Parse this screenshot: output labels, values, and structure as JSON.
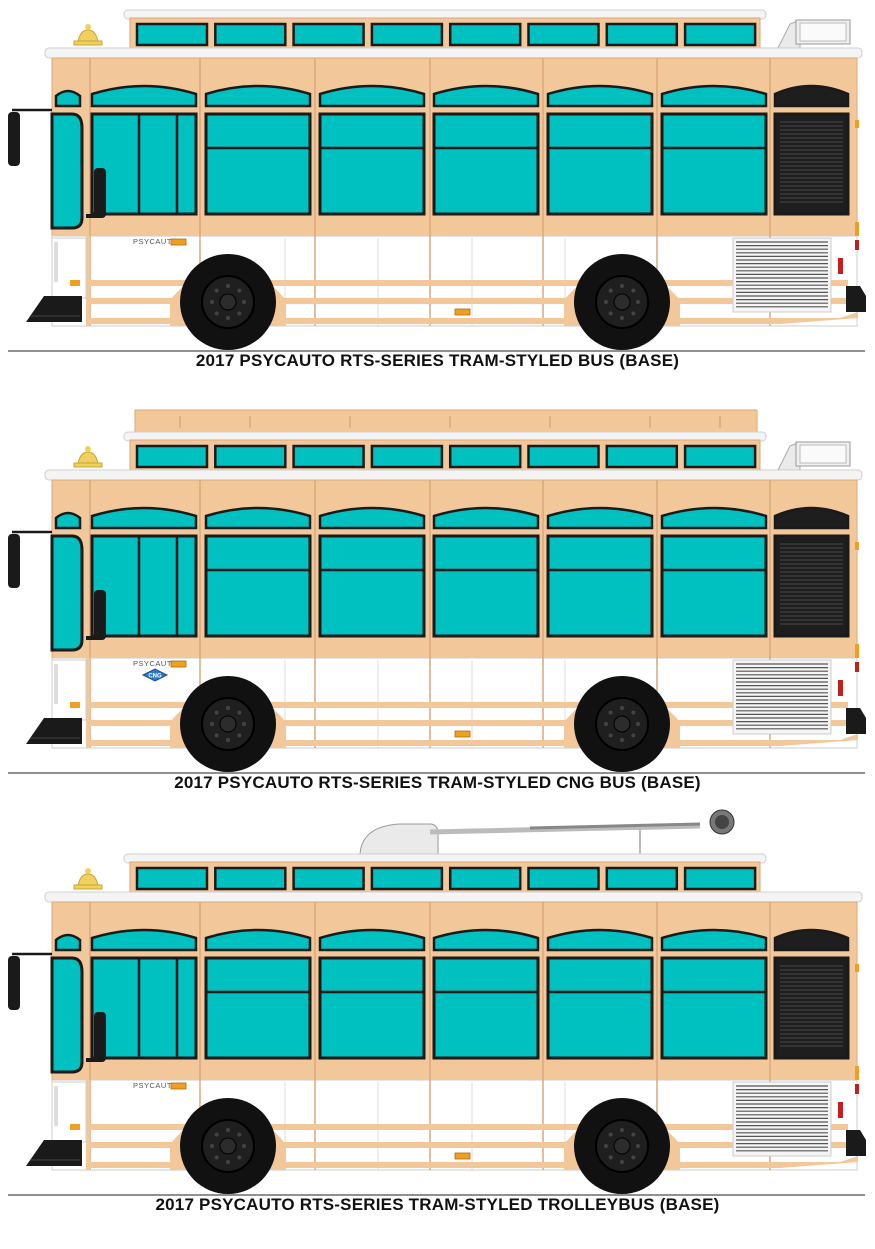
{
  "colors": {
    "body_tan": "#f2c79a",
    "body_tan_dark": "#d9a97a",
    "glass": "#00c0c0",
    "roof_white": "#f4f4f4",
    "lower_white": "#ffffff",
    "outline": "#1a1a1a",
    "tire": "#111111",
    "amber": "#f0a020",
    "grille": "#2a2a2a"
  },
  "icons": [
    "bell-icon",
    "destination-sign-icon",
    "brand-logo",
    "cng-badge-icon",
    "trolley-pole-icon"
  ],
  "brand_text": "PSYCAUTO",
  "cng_badge_text": "CNG",
  "buses": [
    {
      "caption": "2017 PSYCAUTO RTS-SERIES TRAM-STYLED BUS (BASE)",
      "variant": "base"
    },
    {
      "caption": "2017 PSYCAUTO RTS-SERIES TRAM-STYLED CNG BUS (BASE)",
      "variant": "cng"
    },
    {
      "caption": "2017 PSYCAUTO RTS-SERIES TRAM-STYLED TROLLEYBUS (BASE)",
      "variant": "trolley"
    }
  ]
}
